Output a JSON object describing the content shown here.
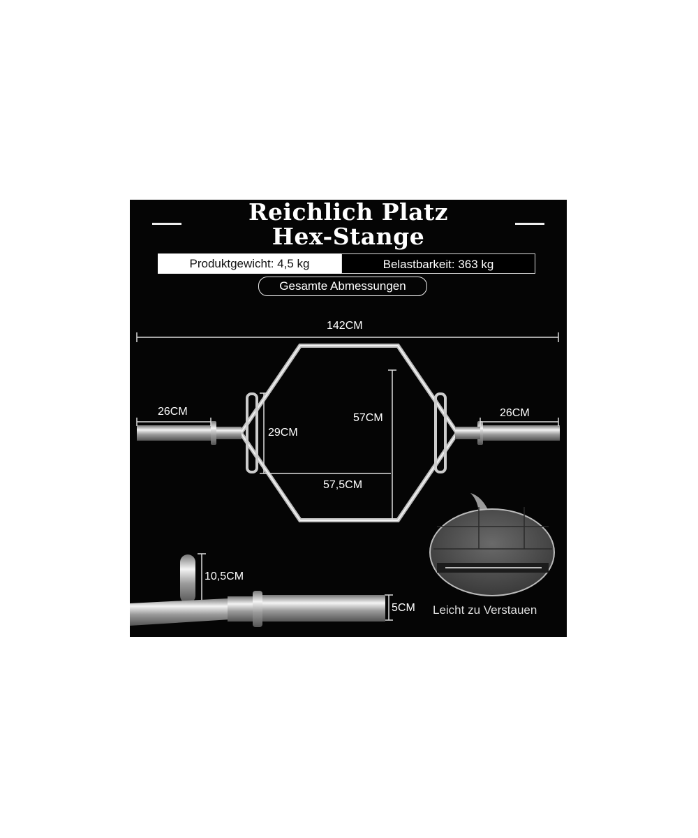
{
  "title": {
    "line1": "Reichlich Platz",
    "line2": "Hex-Stange"
  },
  "specs": {
    "weight": "Produktgewicht: 4,5 kg",
    "capacity": "Belastbarkeit: 363 kg"
  },
  "section_label": "Gesamte Abmessungen",
  "dimensions": {
    "total_length": "142CM",
    "sleeve_left": "26CM",
    "sleeve_right": "26CM",
    "handle_length": "29CM",
    "inner_height": "57CM",
    "inner_width": "57,5CM",
    "handle_height": "10,5CM",
    "sleeve_diameter": "5CM"
  },
  "storage_caption": "Leicht zu Verstauen",
  "colors": {
    "background": "#050505",
    "text": "#ffffff",
    "chrome": "#c8c8c8"
  }
}
